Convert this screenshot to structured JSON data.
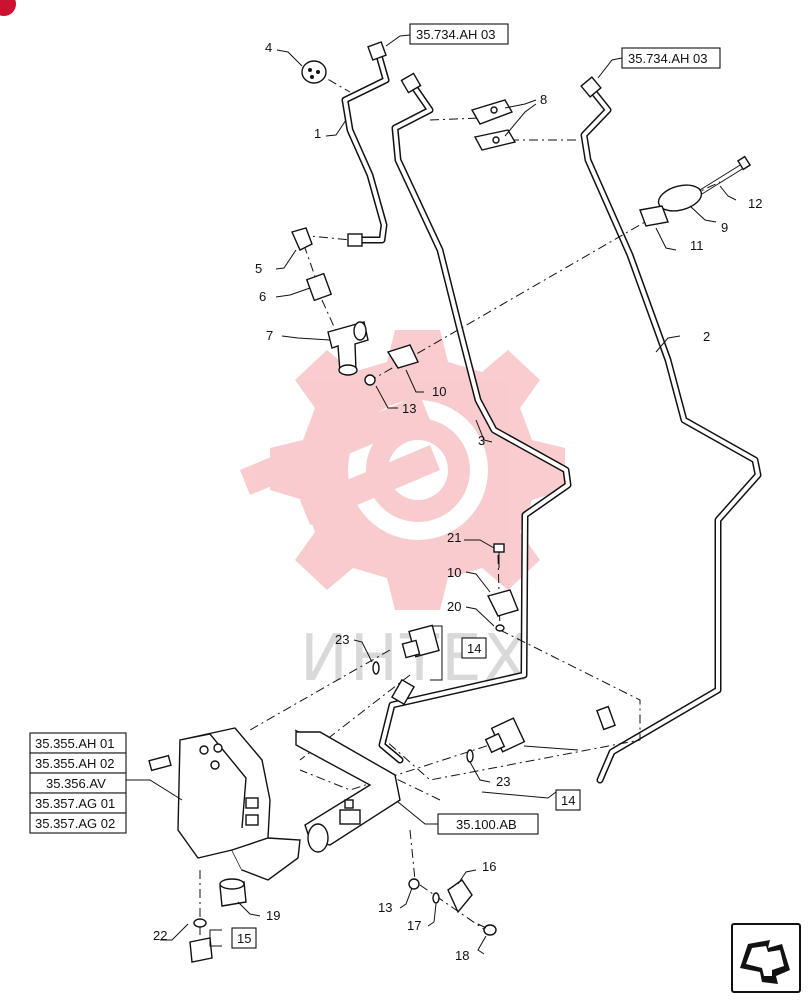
{
  "watermark": {
    "text": "ИНТЕХ",
    "logo": "gear-logo",
    "color": "#f4a3a8"
  },
  "corner_badge_color": "#cc1133",
  "callouts": [
    "1",
    "2",
    "3",
    "4",
    "5",
    "6",
    "7",
    "8",
    "9",
    "10",
    "10",
    "11",
    "12",
    "13",
    "13",
    "16",
    "17",
    "18",
    "19",
    "20",
    "21",
    "22",
    "23",
    "23"
  ],
  "boxed_callouts": [
    "14",
    "14",
    "15"
  ],
  "refs": {
    "top_left": "35.734.AH 03",
    "top_right": "35.734.AH 03",
    "valve_1": "35.355.AH 01",
    "valve_2": "35.355.AH 02",
    "valve_3": "35.356.AV",
    "valve_4": "35.357.AG 01",
    "valve_5": "35.357.AG 02",
    "bracket": "35.100.AB"
  },
  "nav_icon": "arrow-to-page-icon"
}
